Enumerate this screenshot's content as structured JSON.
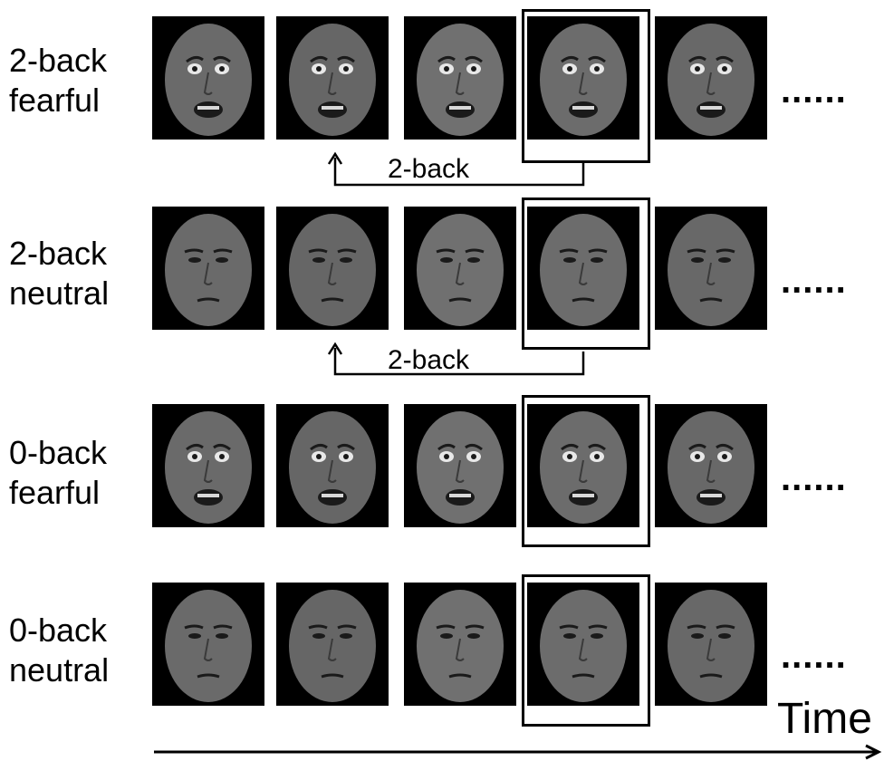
{
  "rows": [
    {
      "line1": "2-back",
      "line2": "fearful",
      "expression": "fear",
      "target_index": 3,
      "back_label": "2-back",
      "show_back": true,
      "dots": "......"
    },
    {
      "line1": "2-back",
      "line2": "neutral",
      "expression": "neutral",
      "target_index": 3,
      "back_label": "2-back",
      "show_back": true,
      "dots": "......"
    },
    {
      "line1": "0-back",
      "line2": "fearful",
      "expression": "fear",
      "target_index": 3,
      "back_label": "",
      "show_back": false,
      "dots": "......"
    },
    {
      "line1": "0-back",
      "line2": "neutral",
      "expression": "neutral",
      "target_index": 3,
      "back_label": "",
      "show_back": false,
      "dots": "......"
    }
  ],
  "time_label": "Time",
  "colors": {
    "background": "#ffffff",
    "face_bg": "#000000",
    "skin": "#6e6e6e",
    "feature": "#1a1a1a"
  }
}
